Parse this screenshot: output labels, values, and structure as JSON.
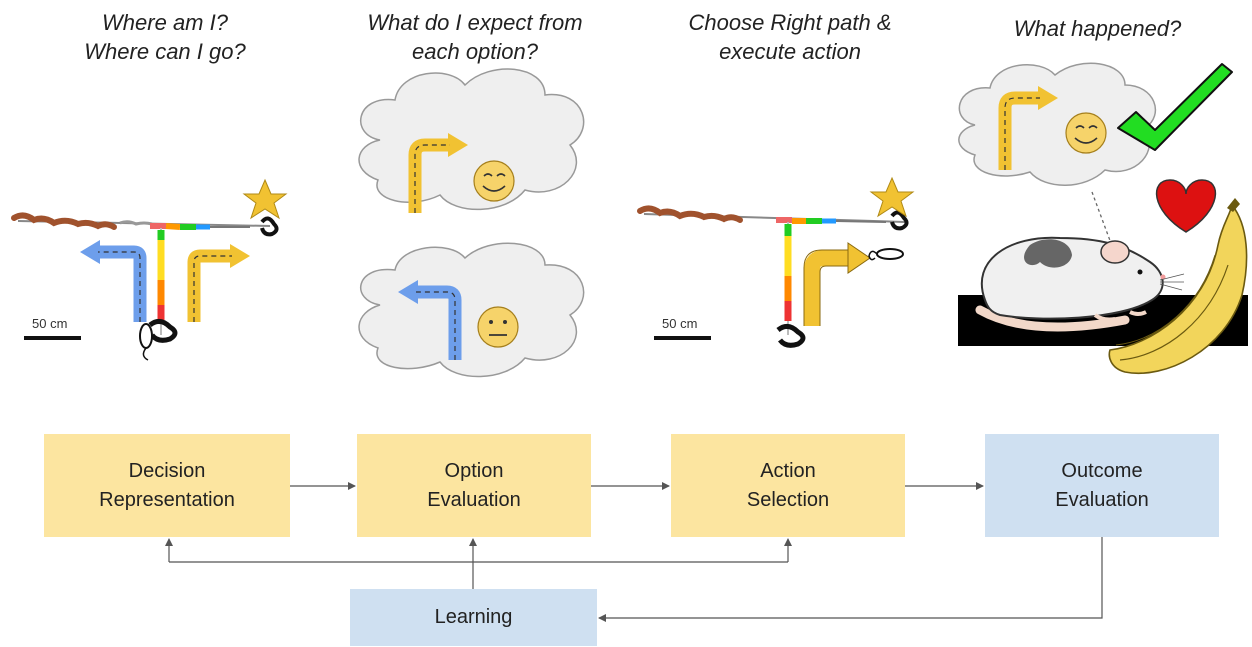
{
  "questions": {
    "q1": [
      "Where am I?",
      "Where can I go?"
    ],
    "q2": [
      "What do I expect from",
      "each option?"
    ],
    "q3": [
      "Choose Right path &",
      "execute action"
    ],
    "q4": [
      "What happened?"
    ]
  },
  "boxes": {
    "decision_representation": [
      "Decision",
      "Representation"
    ],
    "option_evaluation": [
      "Option",
      "Evaluation"
    ],
    "action_selection": [
      "Action",
      "Selection"
    ],
    "outcome_evaluation": [
      "Outcome",
      "Evaluation"
    ],
    "learning": "Learning"
  },
  "scale_bar_label": "50 cm",
  "colors": {
    "stage_box": "#fce5a0",
    "feedback_box": "#cfe0f1",
    "arrow_right": "#f1c232",
    "arrow_left": "#6d9eeb",
    "face": "#f6d36a",
    "check": "#22dd22",
    "heart": "#dd1111",
    "banana": "#f2d55b"
  },
  "icons": [
    "arrow-right-icon",
    "arrow-left-icon",
    "happy-face-icon",
    "neutral-face-icon",
    "star-icon",
    "checkmark-icon",
    "heart-icon",
    "rat-icon",
    "banana-icon",
    "thought-cloud-icon"
  ]
}
